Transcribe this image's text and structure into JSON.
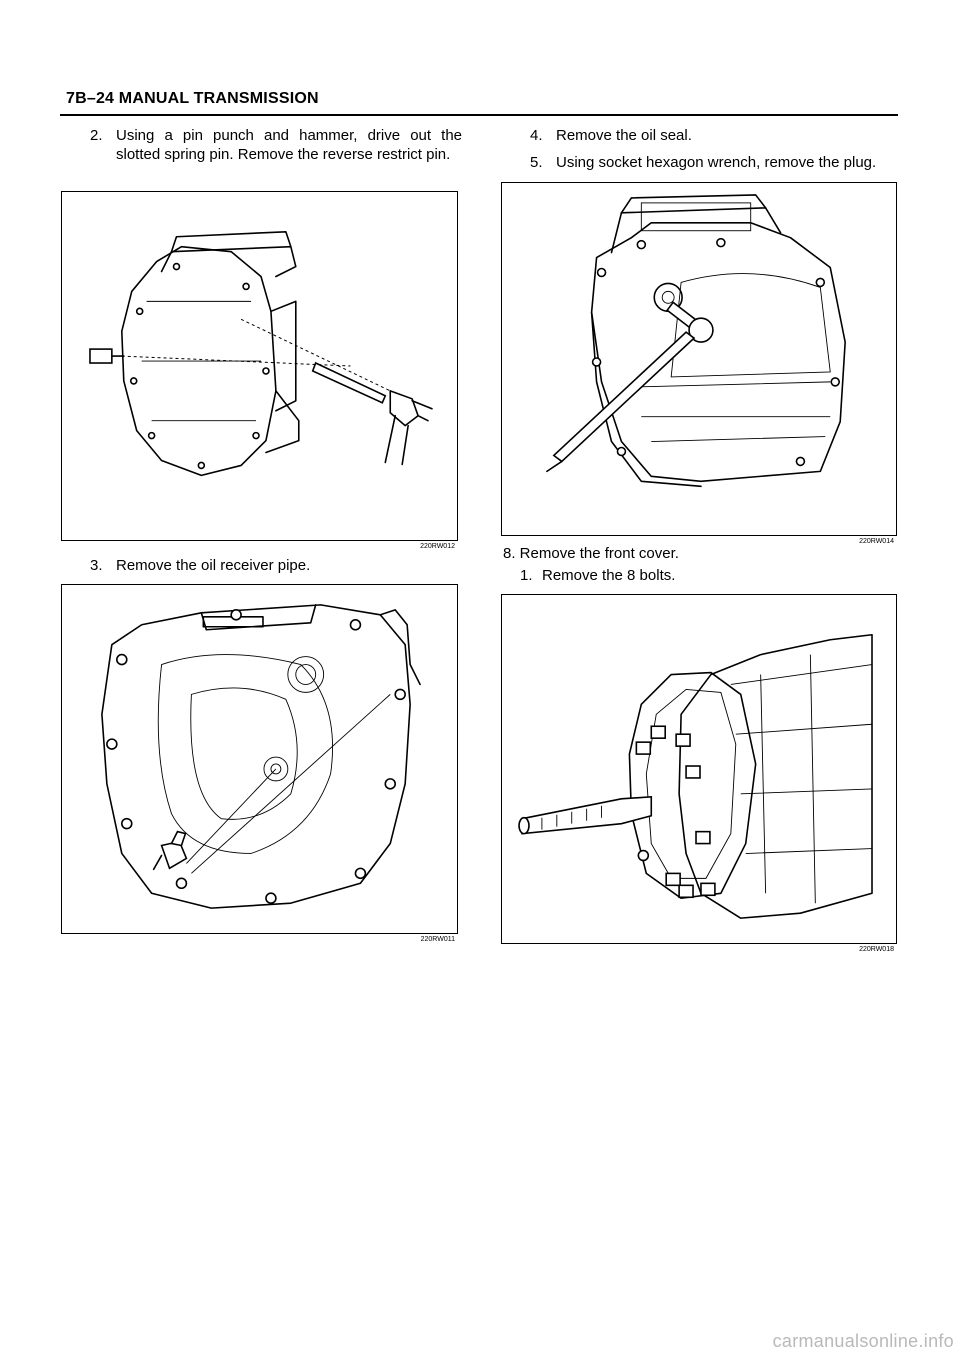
{
  "header": {
    "title": "7B–24  MANUAL TRANSMISSION"
  },
  "left": {
    "step2": {
      "num": "2.",
      "text": "Using a pin punch and hammer, drive out the slotted spring pin.  Remove the reverse restrict pin."
    },
    "fig1": {
      "id": "220RW012"
    },
    "step3": {
      "num": "3.",
      "text": "Remove the oil receiver pipe."
    },
    "fig2": {
      "id": "220RW011"
    }
  },
  "right": {
    "step4": {
      "num": "4.",
      "text": "Remove the oil seal."
    },
    "step5": {
      "num": "5.",
      "text": "Using socket hexagon wrench, remove the plug."
    },
    "fig3": {
      "id": "220RW014"
    },
    "step8": {
      "text": "8. Remove the front cover."
    },
    "step8_1": {
      "num": "1.",
      "text": "Remove the 8 bolts."
    },
    "fig4": {
      "id": "220RW018"
    }
  },
  "footer": {
    "watermark": "carmanualsonline.info"
  }
}
